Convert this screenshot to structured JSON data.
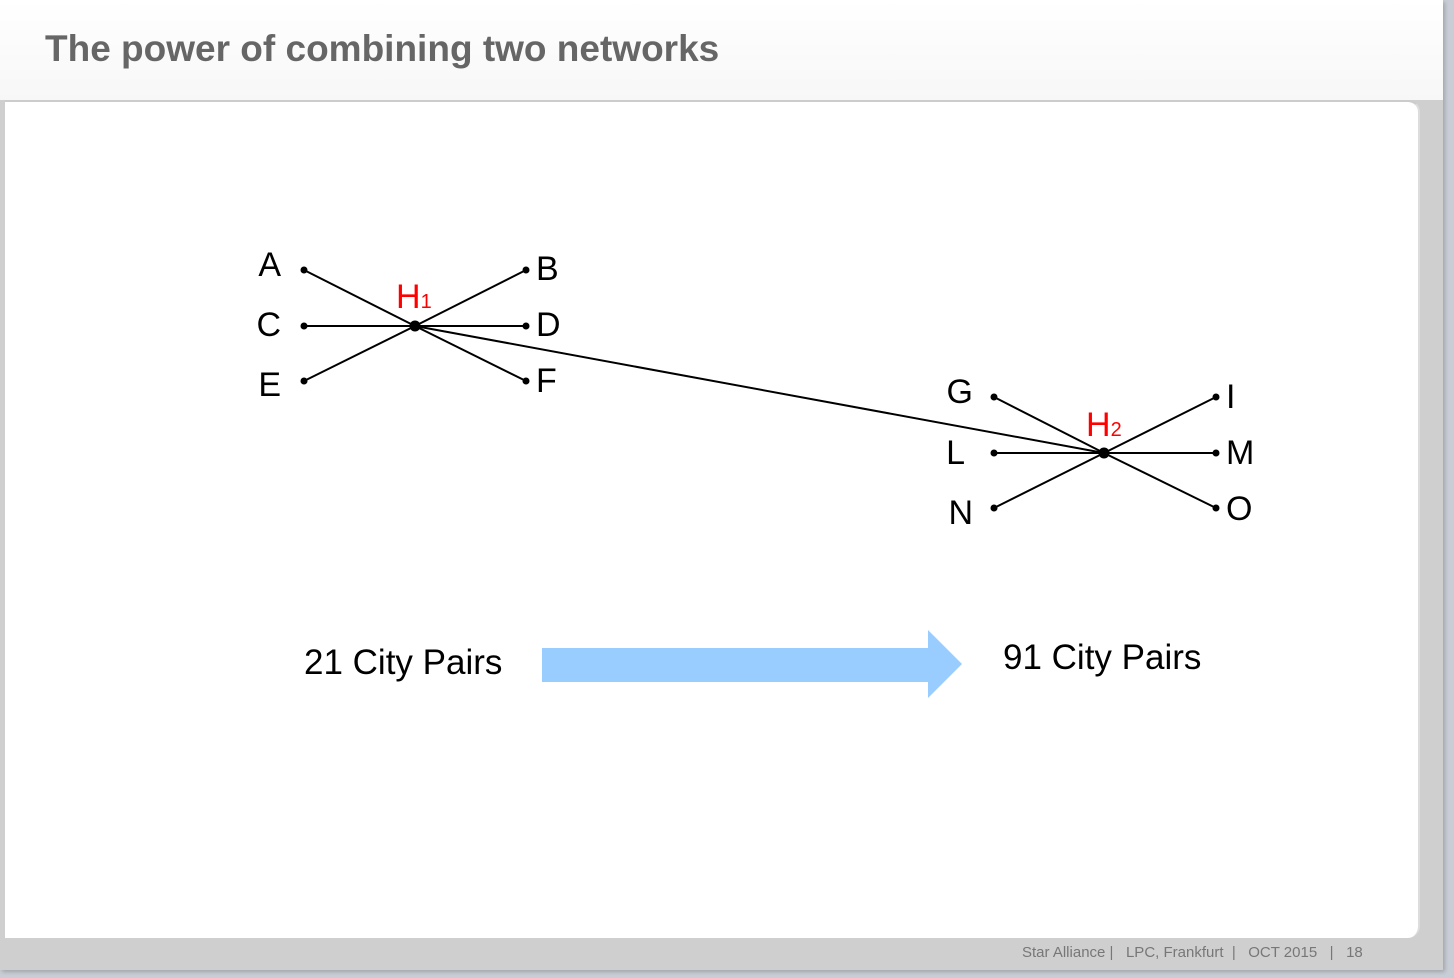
{
  "title": "The power of combining two networks",
  "network1": {
    "hub": "H",
    "hub_sub": "1",
    "spokes": [
      "A",
      "C",
      "E",
      "B",
      "D",
      "F"
    ]
  },
  "network2": {
    "hub": "H",
    "hub_sub": "2",
    "spokes": [
      "G",
      "L",
      "N",
      "I",
      "M",
      "O"
    ]
  },
  "before_label": "21 City Pairs",
  "after_label": "91 City Pairs",
  "colors": {
    "hub": "#ff0000",
    "arrow": "#99ccff"
  },
  "footer": {
    "org": "Star Alliance",
    "sep1": " |   ",
    "event": "LPC, Frankfurt",
    "sep2": "  |   ",
    "date": "OCT 2015",
    "sep3": "   |   ",
    "page": "18"
  }
}
